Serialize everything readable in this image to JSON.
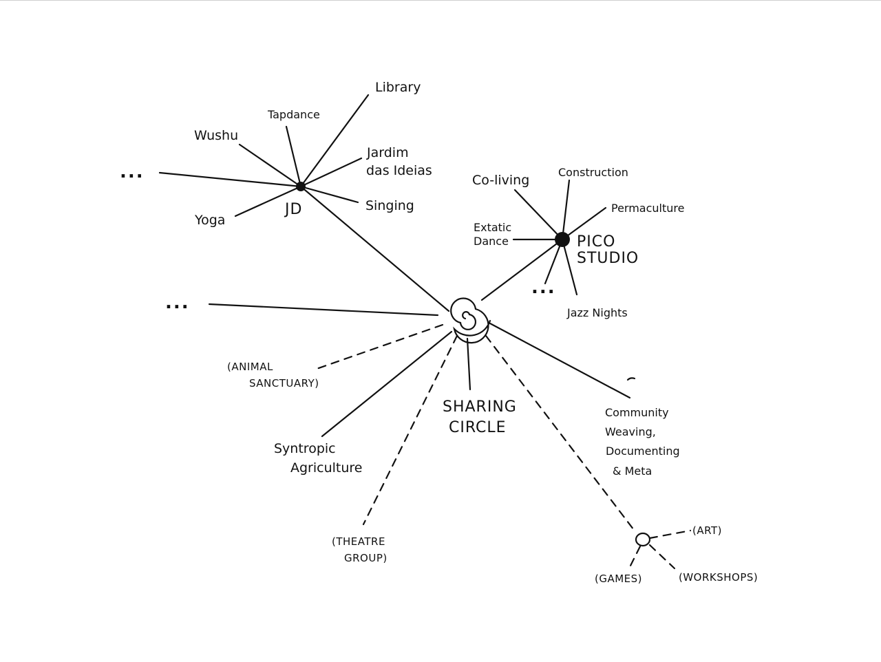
{
  "diagram": {
    "center": {
      "label_line1": "SHARING",
      "label_line2": "CIRCLE"
    },
    "hub_jd": {
      "label": "JD",
      "branches": {
        "more": "...",
        "wushu": "Wushu",
        "tapdance": "Tapdance",
        "library": "Library",
        "jardim_line1": "Jardim",
        "jardim_line2": "das Ideias",
        "singing": "Singing",
        "yoga": "Yoga"
      }
    },
    "hub_pico": {
      "label_line1": "PICO",
      "label_line2": "STUDIO",
      "branches": {
        "coliving": "Co-living",
        "construction": "Construction",
        "permaculture": "Permaculture",
        "extatic_line1": "Extatic",
        "extatic_line2": "Dance",
        "more": "...",
        "jazz": "Jazz Nights"
      }
    },
    "center_branches": {
      "more": "...",
      "animal_line1": "(ANIMAL",
      "animal_line2": "SANCTUARY)",
      "syntropic_line1": "Syntropic",
      "syntropic_line2": "Agriculture",
      "theatre_line1": "(THEATRE",
      "theatre_line2": "GROUP)",
      "community_line1": "Community",
      "community_line2": "Weaving,",
      "community_line3": "Documenting",
      "community_line4": "& Meta"
    },
    "small_hub": {
      "branches": {
        "art": "(ART)",
        "games": "(GAMES)",
        "workshops": "(WORKSHOPS)"
      }
    }
  }
}
